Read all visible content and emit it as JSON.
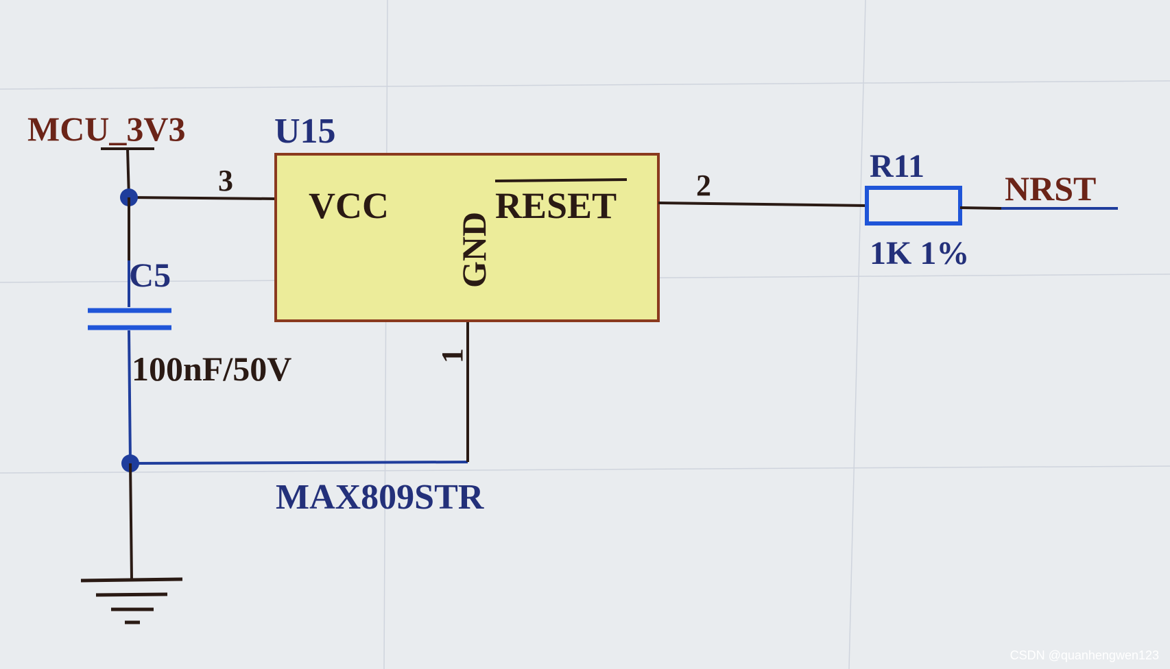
{
  "colors": {
    "background": "#e9ecef",
    "grid": "#cfd4dd",
    "wire": "#2a1a14",
    "wire_blue": "#1f3d9c",
    "body_fill": "#ecec9a",
    "body_stroke": "#8a3a1e",
    "designator": "#23307a",
    "net_label": "#6b2418",
    "pin_text": "#2a1a14",
    "resistor": "#1f55d8",
    "capacitor": "#1f55d8",
    "watermark": "#ffffff"
  },
  "components": {
    "u15": {
      "designator": "U15",
      "part": "MAX809STR",
      "pin_vcc": "VCC",
      "pin_gnd": "GND",
      "pin_reset": "RESET",
      "pin_num_vcc": "3",
      "pin_num_reset": "2",
      "pin_num_gnd": "1"
    },
    "c5": {
      "designator": "C5",
      "value": "100nF/50V"
    },
    "r11": {
      "designator": "R11",
      "value": "1K 1%"
    }
  },
  "nets": {
    "power": "MCU_3V3",
    "reset": "NRST"
  },
  "watermark": "CSDN @quanhengwen123"
}
